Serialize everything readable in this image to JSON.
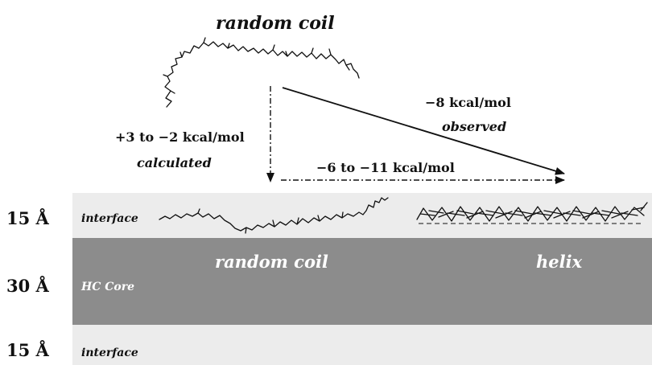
{
  "colors": {
    "interface_layer": "#ececec",
    "core_layer": "#8c8c8c",
    "core_text": "#ffffff",
    "ink": "#111111"
  },
  "top_label": "random coil",
  "calculated": {
    "energy": "+3 to −2  kcal/mol",
    "label": "calculated"
  },
  "observed": {
    "energy": "−8  kcal/mol",
    "label": "observed"
  },
  "interface_transfer": {
    "energy": "−6 to −11 kcal/mol"
  },
  "layers": {
    "top_interface": {
      "thickness": "15 Å",
      "label": "interface"
    },
    "core": {
      "thickness": "30 Å",
      "label": "HC Core",
      "coil_label": "random coil",
      "helix_label": "helix"
    },
    "bottom_interface": {
      "thickness": "15 Å",
      "label": "interface"
    }
  }
}
